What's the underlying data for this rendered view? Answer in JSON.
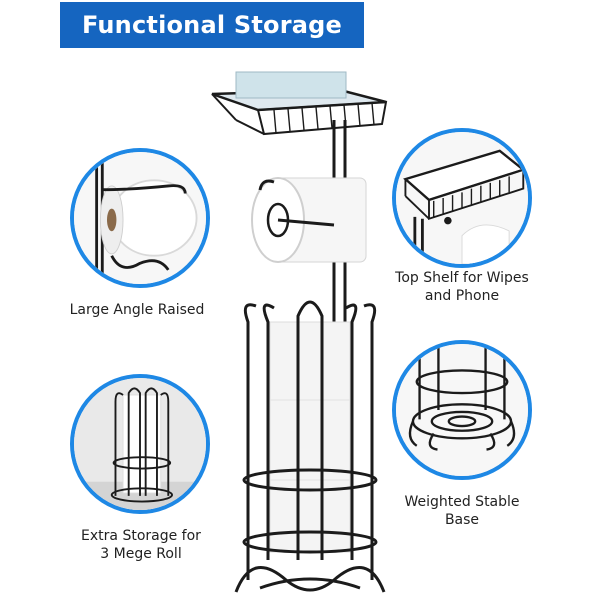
{
  "banner": {
    "title": "Functional Storage"
  },
  "features": {
    "angle": {
      "line1": "Large Angle Raised",
      "line2": "",
      "icon": "toilet-roll-arm-icon"
    },
    "shelf": {
      "line1": "Top Shelf for Wipes",
      "line2": "and Phone",
      "icon": "wire-shelf-icon"
    },
    "storage": {
      "line1": "Extra Storage for",
      "line2": "3 Mege Roll",
      "icon": "roll-cage-icon"
    },
    "base": {
      "line1": "Weighted Stable",
      "line2": "Base",
      "icon": "weighted-base-icon"
    }
  },
  "colors": {
    "banner": "#1565c0",
    "circle_border": "#1e88e5",
    "metal": "#1b1b1b",
    "roll": "#f5f5f5"
  }
}
